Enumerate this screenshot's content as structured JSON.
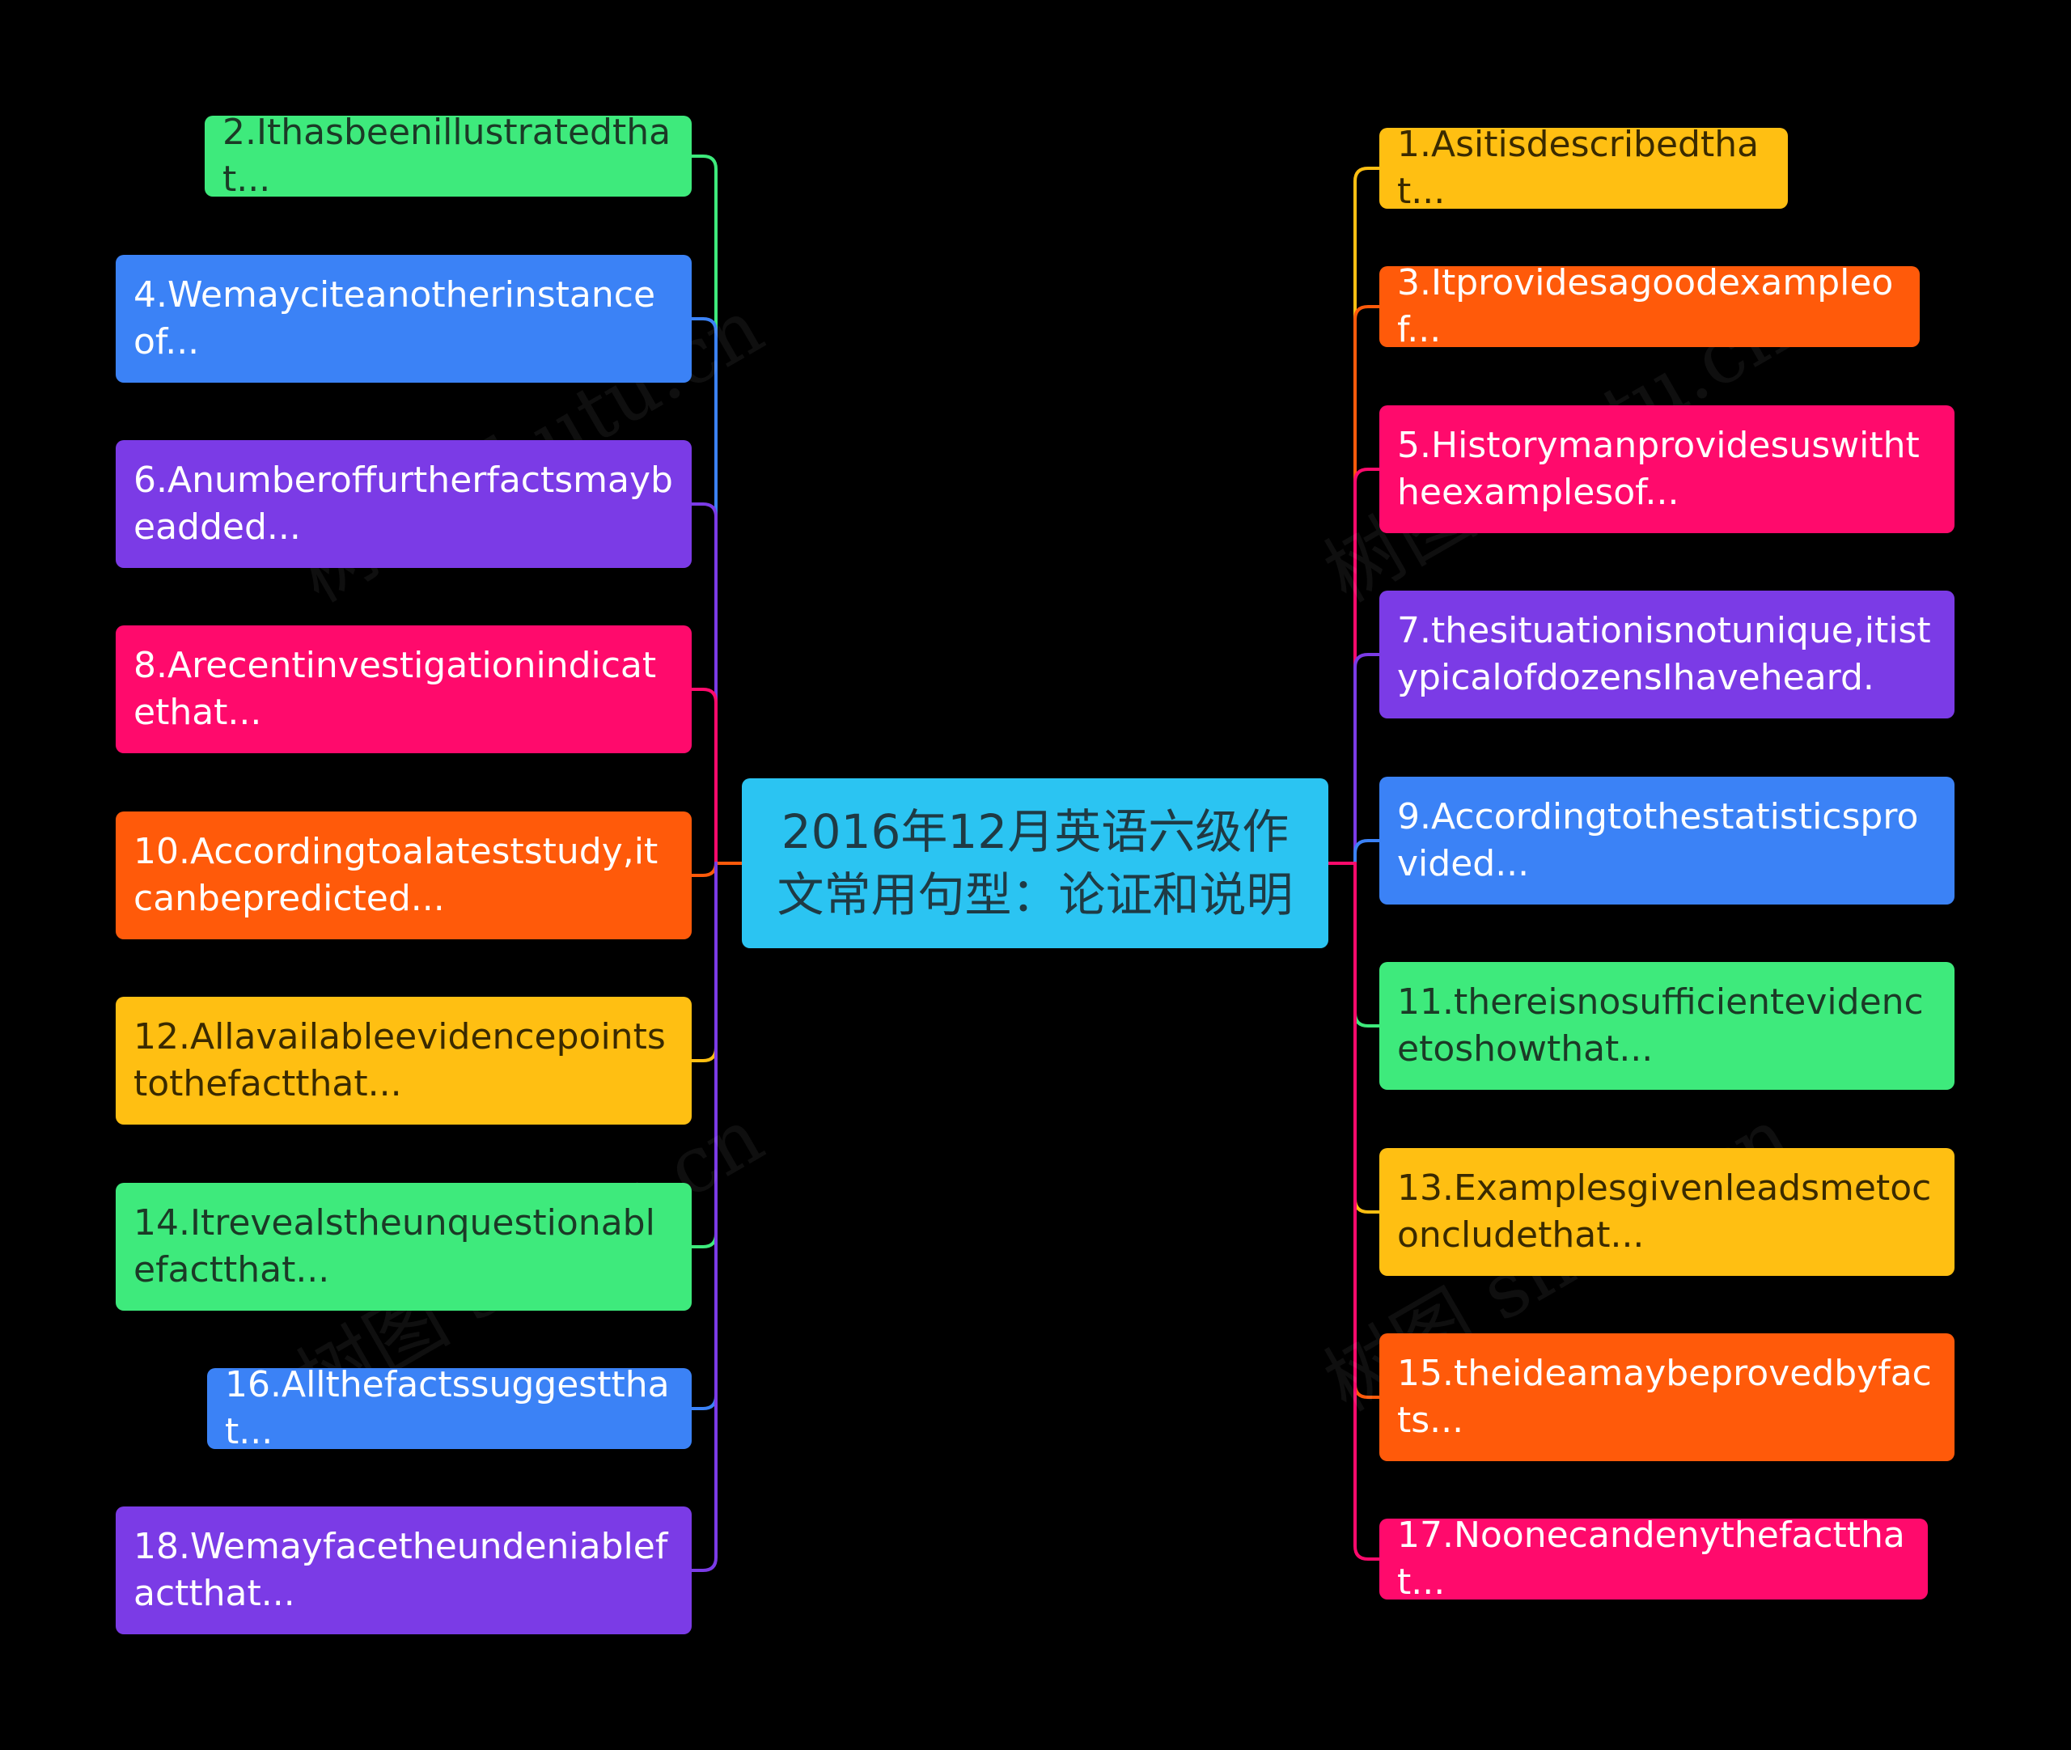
{
  "root": {
    "label": "2016年12月英语六级作文常用句型：论证和说明"
  },
  "watermark": "树图 shutu.cn",
  "colors": {
    "green": "#3eea7c",
    "blue": "#3b82f6",
    "purple": "#7b3be6",
    "pink": "#ff0a6c",
    "orange": "#ff5a0a",
    "yellow": "#ffbf12",
    "root": "#2bc4f2"
  },
  "left_nodes": [
    {
      "label": "2.Ithasbeenillustratedthat...",
      "color": "green"
    },
    {
      "label": "4.Wemayciteanotherinstanceof...",
      "color": "blue"
    },
    {
      "label": "6.Anumberoffurtherfactsmaybeadded...",
      "color": "purple"
    },
    {
      "label": "8.Arecentinvestigationindicatethat...",
      "color": "pink"
    },
    {
      "label": "10.Accordingtoalateststudy,itcanbepredicted...",
      "color": "orange"
    },
    {
      "label": "12.Allavailableevidencepointstothefactthat...",
      "color": "yellow"
    },
    {
      "label": "14.Itrevealstheunquestionablefactthat...",
      "color": "green"
    },
    {
      "label": "16.Allthefactssuggestthat...",
      "color": "blue"
    },
    {
      "label": "18.Wemayfacetheundeniablefactthat...",
      "color": "purple"
    }
  ],
  "right_nodes": [
    {
      "label": "1.Asitisdescribedthat...",
      "color": "yellow"
    },
    {
      "label": "3.Itprovidesagoodexampleof...",
      "color": "orange"
    },
    {
      "label": "5.Historymanprovidesuswiththeexamplesof...",
      "color": "pink"
    },
    {
      "label": "7.thesituationisnotunique,itistypicalofdozensIhaveheard.",
      "color": "purple"
    },
    {
      "label": "9.Accordingtothestatisticsprovided...",
      "color": "blue"
    },
    {
      "label": "11.thereisnosufficientevidencetoshowthat...",
      "color": "green"
    },
    {
      "label": "13.Examplesgivenleadsmetoconcludethat...",
      "color": "yellow"
    },
    {
      "label": "15.theideamaybeprovedbyfacts...",
      "color": "orange"
    },
    {
      "label": "17.Noonecandenythefactthat...",
      "color": "pink"
    }
  ]
}
